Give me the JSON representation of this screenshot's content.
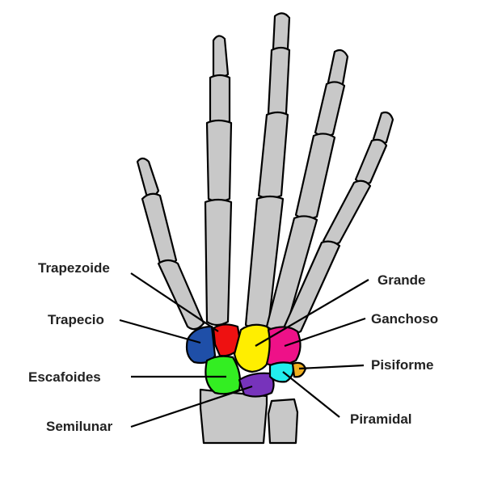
{
  "labels": {
    "trapezoide": "Trapezoide",
    "trapecio": "Trapecio",
    "escafoides": "Escafoides",
    "semilunar": "Semilunar",
    "grande": "Grande",
    "ganchoso": "Ganchoso",
    "pisiforme": "Pisiforme",
    "piramidal": "Piramidal"
  },
  "colors": {
    "bone": "#c8c8c8",
    "trapecio": "#1f4fa8",
    "trapezoide": "#ee1111",
    "grande": "#ffee00",
    "ganchoso": "#ee1188",
    "escafoides": "#33ee22",
    "semilunar": "#7733bb",
    "piramidal": "#22eeee",
    "pisiforme": "#f0b020"
  }
}
